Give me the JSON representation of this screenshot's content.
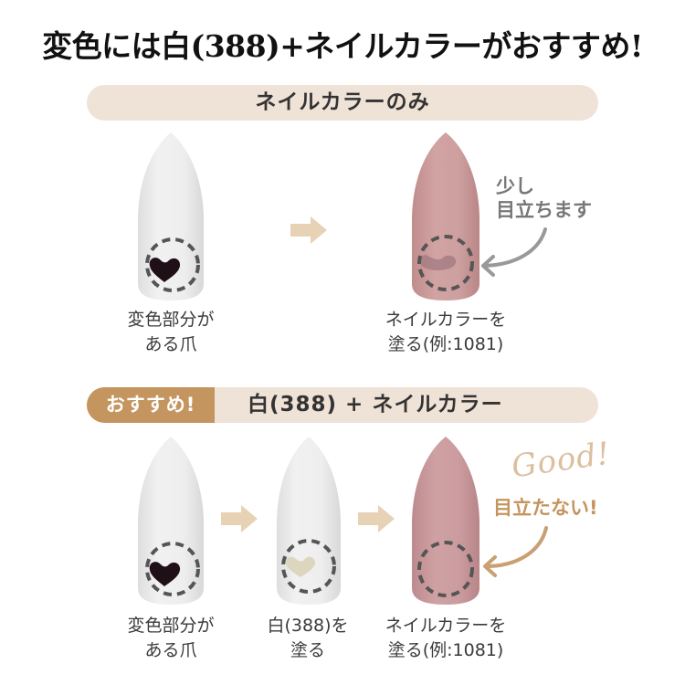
{
  "title": "変色には白(388)+ネイルカラーがおすすめ!",
  "section_1": {
    "header": "ネイルカラーのみ",
    "steps": [
      {
        "caption_line1": "変色部分が",
        "caption_line2": "ある爪",
        "nail_color": "#ececec",
        "spot": "dark-heart"
      },
      {
        "caption_line1": "ネイルカラーを",
        "caption_line2": "塗る(例:1081)",
        "nail_color": "#cc9d9d",
        "spot": "faint-heart"
      }
    ],
    "note_line1": "少し",
    "note_line2": "目立ちます",
    "note_color": "#777777"
  },
  "section_2": {
    "badge": "おすすめ!",
    "header": "白(388) + ネイルカラー",
    "steps": [
      {
        "caption_line1": "変色部分が",
        "caption_line2": "ある爪",
        "nail_color": "#ececec",
        "spot": "dark-heart"
      },
      {
        "caption_line1": "白(388)を",
        "caption_line2": "塗る",
        "nail_color": "#ececea",
        "spot": "light-heart"
      },
      {
        "caption_line1": "ネイルカラーを",
        "caption_line2": "塗る(例:1081)",
        "nail_color": "#c99b9d",
        "spot": "none"
      }
    ],
    "script_text": "Good!",
    "note": "目立たない!",
    "note_color": "#c4955e"
  },
  "colors": {
    "pill_bg": "#efe2d6",
    "badge_bg": "#c4955e",
    "arrow": "#e8d2b5",
    "dashed_circle": "#555555"
  }
}
